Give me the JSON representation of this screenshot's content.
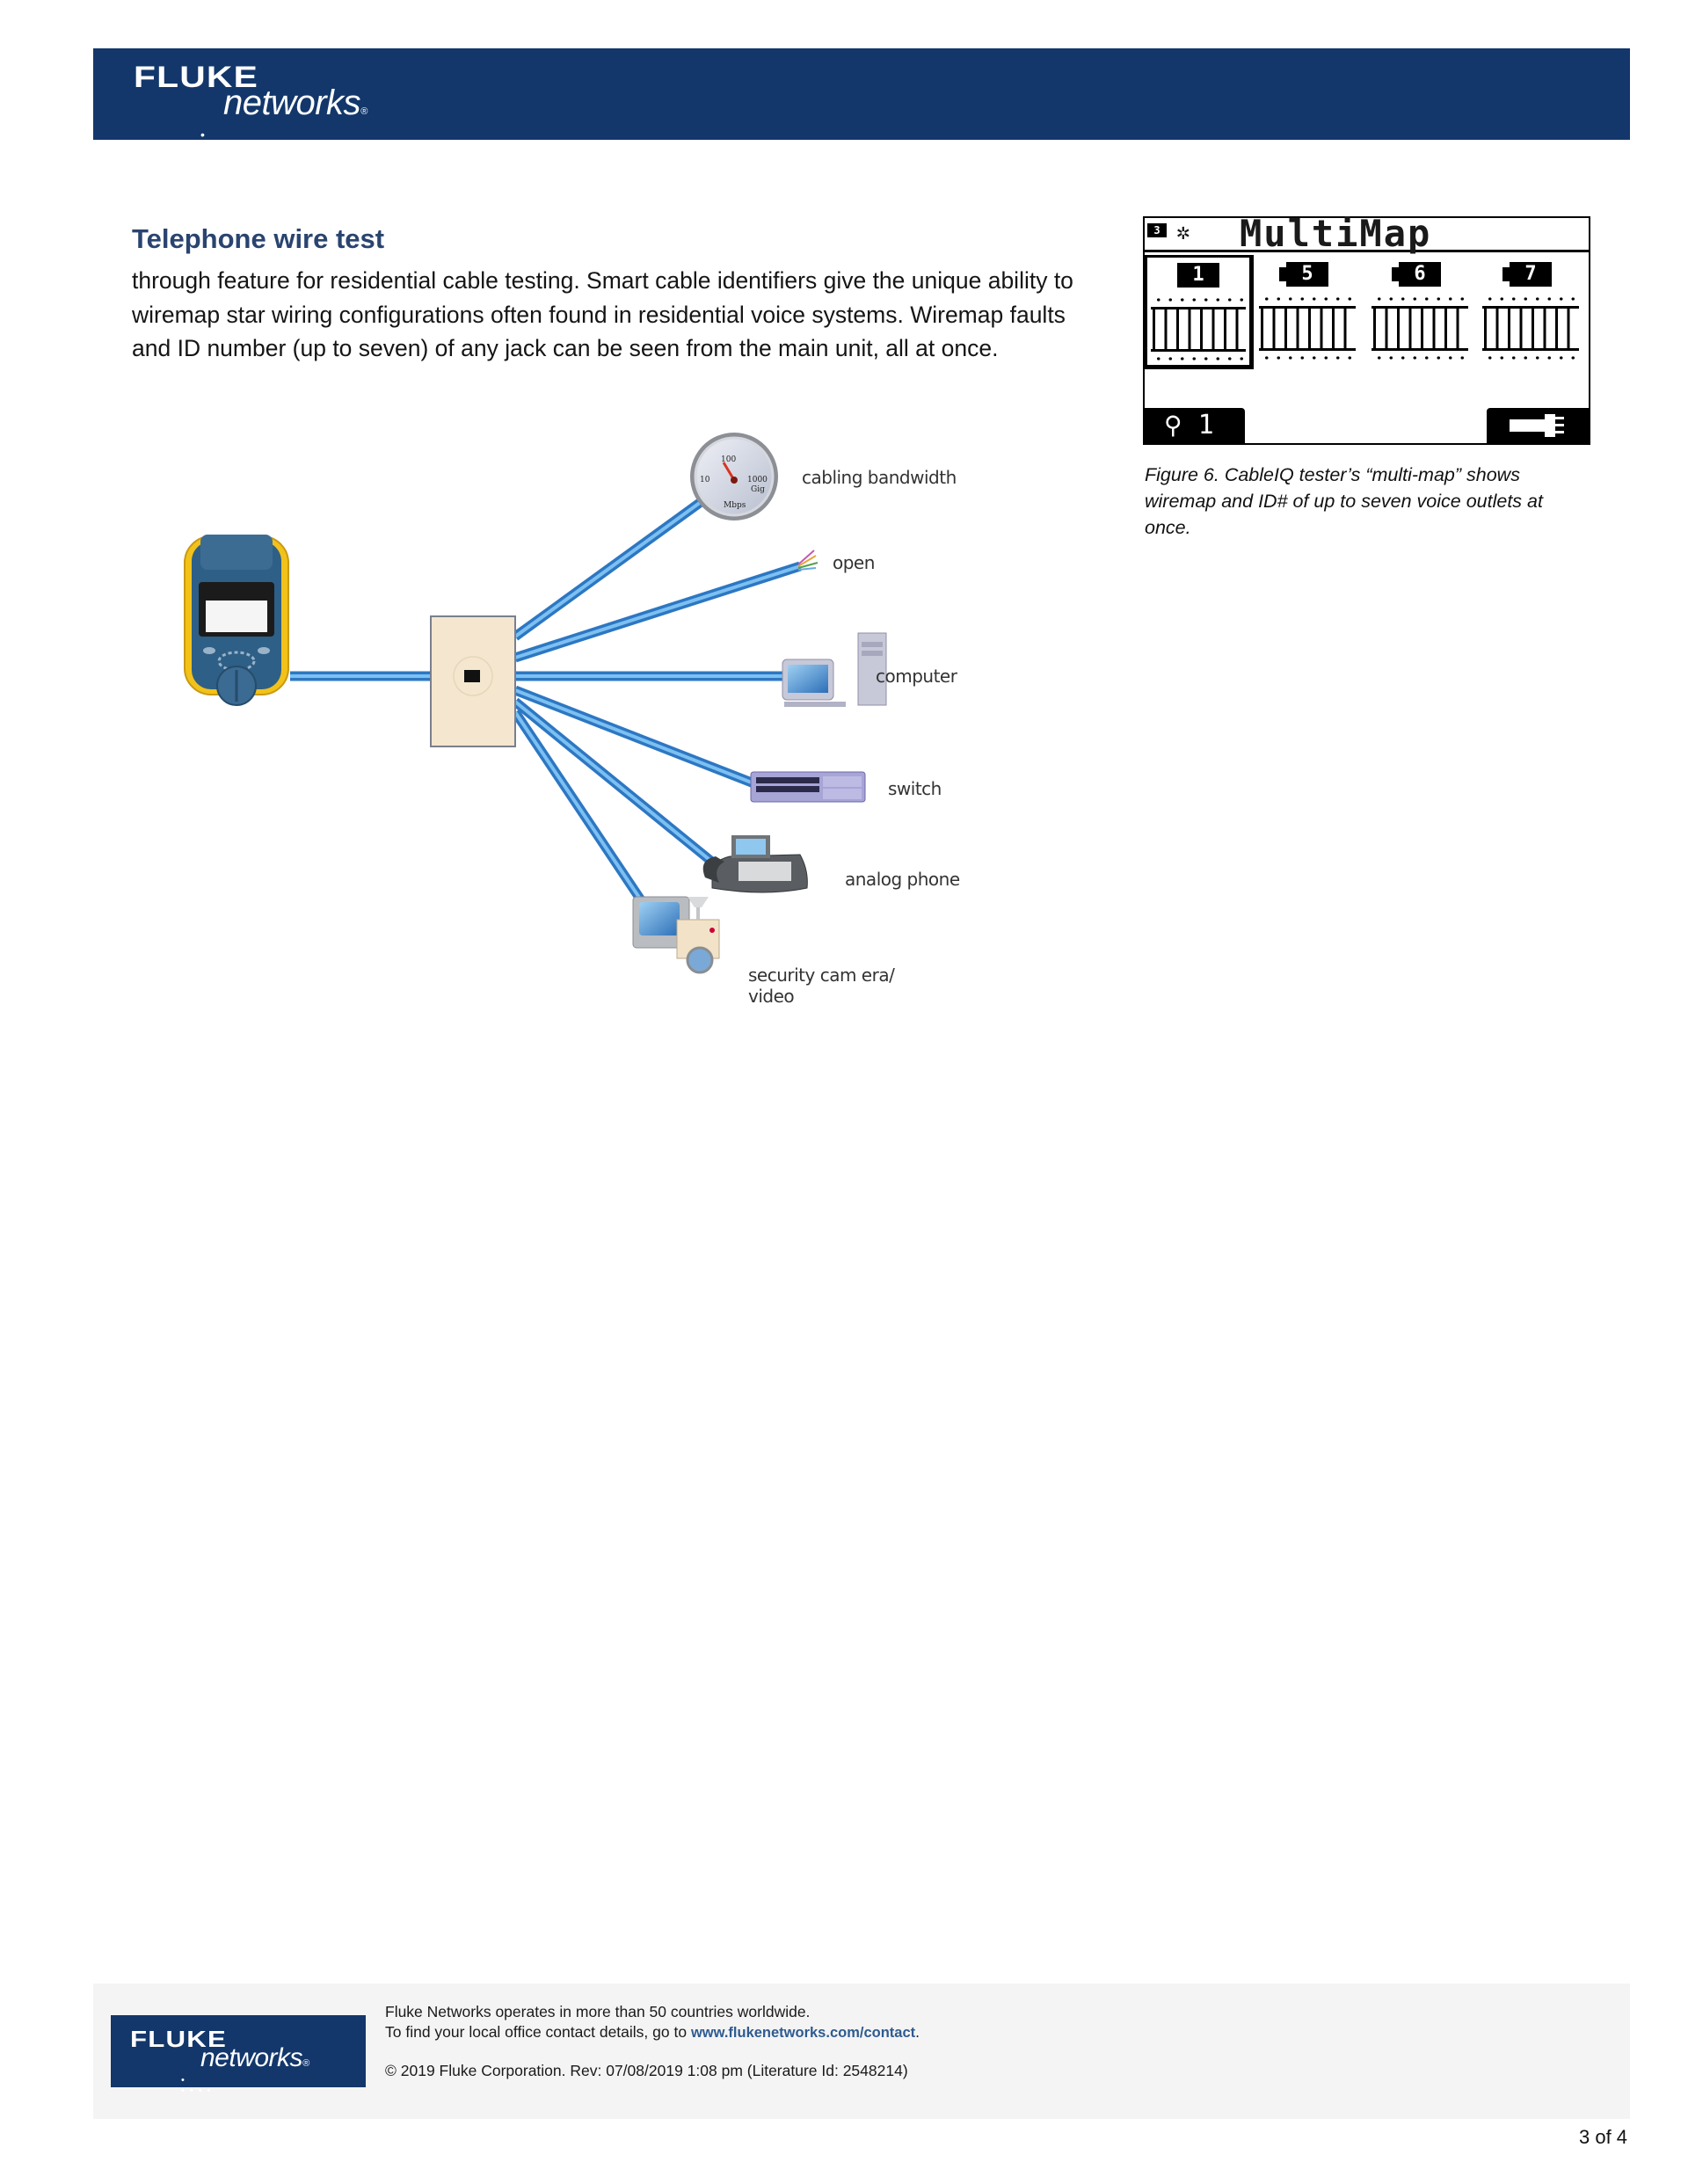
{
  "header": {
    "logo": {
      "line1": "FLUKE",
      "line2": "networks",
      "reg_mark": "®",
      "dots": "• ••••"
    },
    "brand_color": "#13376b"
  },
  "section": {
    "title": "Telephone wire test",
    "body": "through feature for residential cable testing. Smart cable identifiers give the unique ability to wiremap star wiring configurations often found in residential voice systems. Wiremap faults and ID number (up to seven) of any jack can be seen from the main unit, all at once."
  },
  "multimap_figure": {
    "battery_glyph": "3",
    "backlight_icon": "✲",
    "screen_title": "MultiMap",
    "outlets": [
      {
        "id": "1",
        "selected": true
      },
      {
        "id": "5",
        "selected": false
      },
      {
        "id": "6",
        "selected": false
      },
      {
        "id": "7",
        "selected": false
      }
    ],
    "softkey_left_icon": "⚲",
    "softkey_left_value": "1",
    "softkey_right_icon": "plug-icon",
    "caption": "Figure 6. CableIQ tester’s “multi-map” shows wiremap and ID# of up to seven voice outlets at once."
  },
  "diagram": {
    "gauge": {
      "ticks": [
        "10",
        "100",
        "1000",
        "Gig"
      ],
      "unit": "Mbps"
    },
    "cable_color": "#3a8fd8",
    "endpoints": [
      {
        "id": "bandwidth",
        "label": "cabling bandwidth"
      },
      {
        "id": "open",
        "label": "open"
      },
      {
        "id": "computer",
        "label": "computer"
      },
      {
        "id": "switch",
        "label": "switch"
      },
      {
        "id": "phone",
        "label": "analog phone"
      },
      {
        "id": "camera",
        "label_line1": "security cam era/",
        "label_line2": "video"
      }
    ]
  },
  "footer": {
    "line1": "Fluke Networks operates in more than 50 countries worldwide.",
    "line2_prefix": "To find your local office contact details, go to ",
    "link": "www.flukenetworks.com/contact",
    "line2_suffix": ".",
    "copyright": "© 2019 Fluke Corporation.  Rev: 07/08/2019 1:08 pm  (Literature Id: 2548214)"
  },
  "page": {
    "number": "3 of 4"
  }
}
